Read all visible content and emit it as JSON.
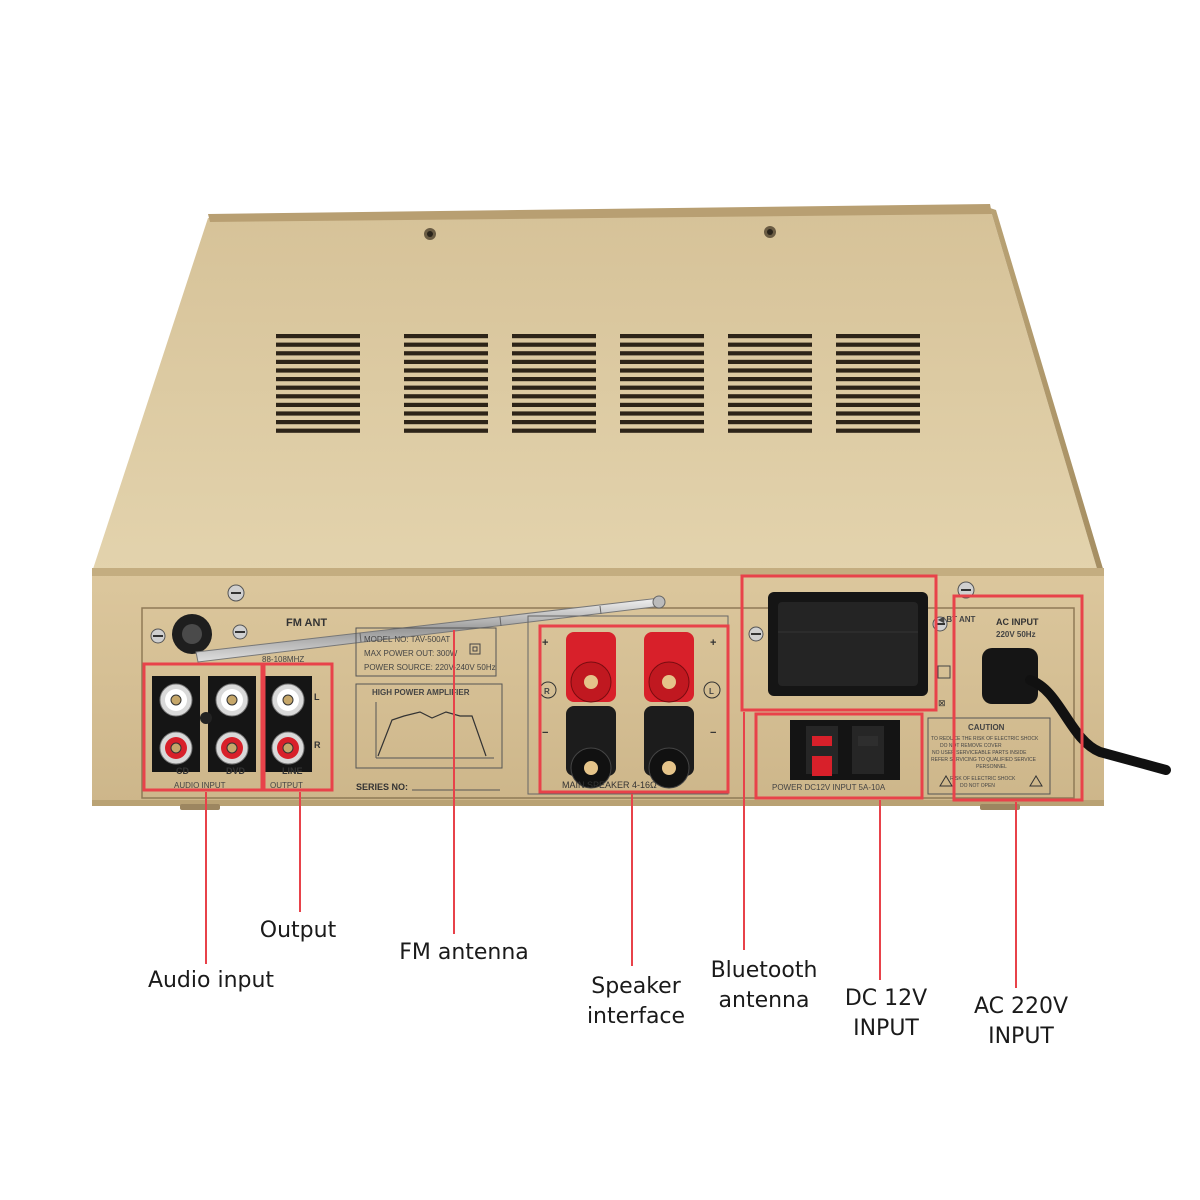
{
  "colors": {
    "chassis_top": "#dcc9a1",
    "chassis_front": "#d9c49a",
    "accent": "#e8424a",
    "label_text": "#1a1a1a"
  },
  "panel": {
    "fm_ant": "FM ANT",
    "fm_freq": "88-108MHZ",
    "model": "MODEL NO:  TAV-500AT",
    "power_out": "MAX POWER OUT: 300W",
    "power_source": "POWER SOURCE: 220V-240V 50Hz",
    "amp_title": "HIGH POWER AMPLIFIER",
    "series_no": "SERIES NO:",
    "cd": "CD",
    "dvd": "DVD",
    "line": "LINE",
    "audio_input": "AUDIO INPUT",
    "output": "OUTPUT",
    "l": "L",
    "r": "R",
    "speaker_r": "R",
    "speaker_l": "L",
    "plus": "+",
    "minus": "−",
    "main_speaker": "MAIN SPEAKER  4-16Ω",
    "bt_ant": "◀ BT ANT",
    "dc_input": "POWER DC12V INPUT 5A-10A",
    "ac_input": "AC INPUT",
    "ac_spec": "220V 50Hz",
    "caution": "CAUTION",
    "caution_text_1": "TO REDUCE THE RISK OF ELECTRIC SHOCK",
    "caution_text_2": "DO NOT REMOVE COVER",
    "caution_text_3": "NO USER SERVICEABLE PARTS INSIDE",
    "caution_text_4": "REFER SERVICING TO QUALIFIED SERVICE",
    "caution_text_5": "PERSONNEL",
    "shock_text_1": "RISK OF ELECTRIC SHOCK",
    "shock_text_2": "DO NOT OPEN"
  },
  "labels": {
    "audio_input": "Audio input",
    "output": "Output",
    "fm_antenna": "FM antenna",
    "speaker_line1": "Speaker",
    "speaker_line2": "interface",
    "bt_line1": "Bluetooth",
    "bt_line2": "antenna",
    "dc_line1": "DC 12V",
    "dc_line2": "INPUT",
    "ac_line1": "AC 220V",
    "ac_line2": "INPUT"
  }
}
